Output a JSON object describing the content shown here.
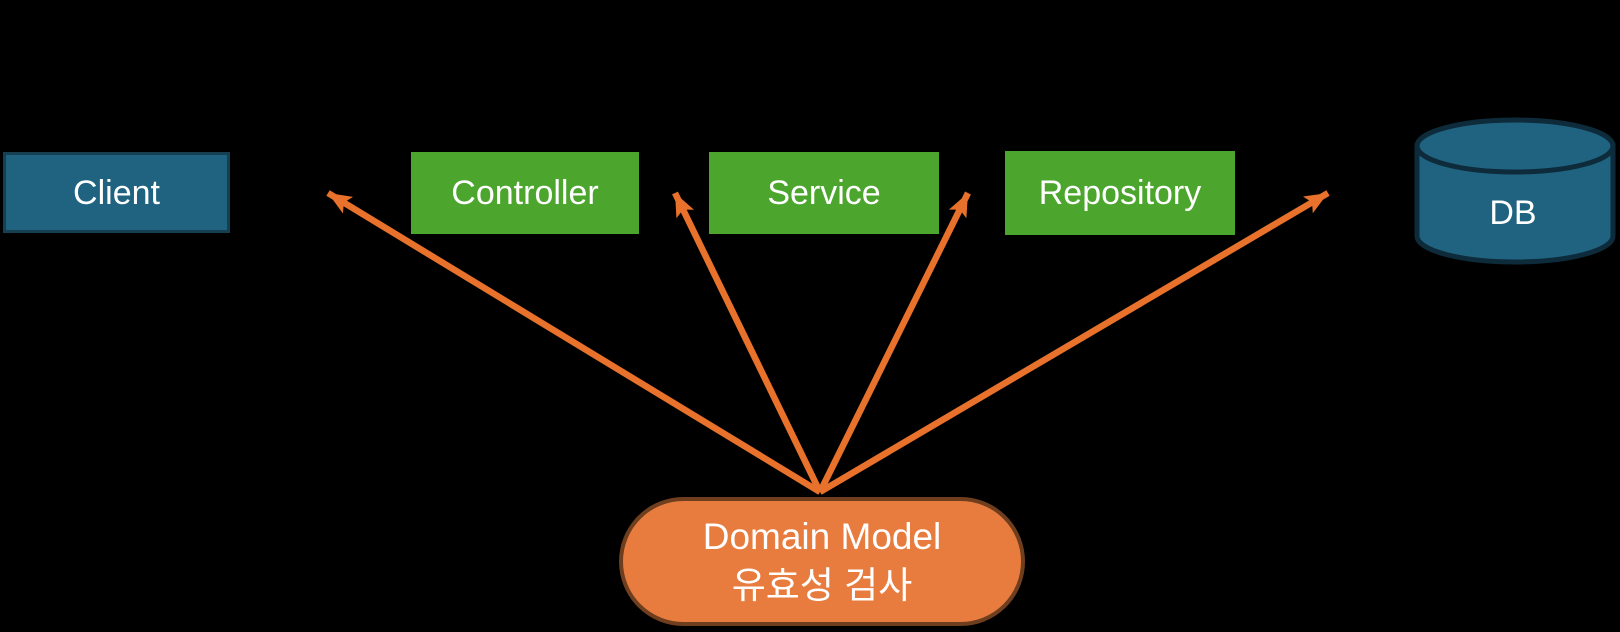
{
  "diagram_type": "architecture-flow",
  "colors": {
    "background": "#000000",
    "node-teal": "#1F6380",
    "client-border": "#173F52",
    "db-border": "#0D2B3A",
    "node-green": "#4CA62E",
    "arrow": "#E8722B",
    "pill-fill": "#E87C3E",
    "pill-border": "#6E3E1E",
    "text": "#FFFFFF"
  },
  "nodes": {
    "client": {
      "label": "Client",
      "shape": "rectangle",
      "color": "#1F6380"
    },
    "controller": {
      "label": "Controller",
      "shape": "rectangle",
      "color": "#4CA62E"
    },
    "service": {
      "label": "Service",
      "shape": "rectangle",
      "color": "#4CA62E"
    },
    "repository": {
      "label": "Repository",
      "shape": "rectangle",
      "color": "#4CA62E"
    },
    "db": {
      "label": "DB",
      "shape": "cylinder",
      "color": "#1F6380"
    },
    "domain_model": {
      "label_line1": "Domain Model",
      "label_line2": "유효성 검사",
      "shape": "rounded-pill",
      "color": "#E87C3E"
    }
  },
  "arrows": [
    {
      "from": "domain_model",
      "to": "gap-between-client-and-controller"
    },
    {
      "from": "domain_model",
      "to": "gap-between-controller-and-service"
    },
    {
      "from": "domain_model",
      "to": "gap-between-service-and-repository"
    },
    {
      "from": "domain_model",
      "to": "gap-between-repository-and-db"
    }
  ]
}
